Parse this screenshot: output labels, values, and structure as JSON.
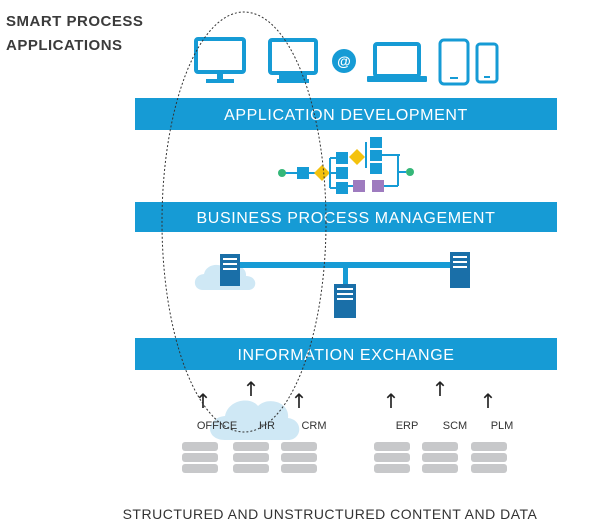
{
  "title": {
    "line1": "SMART PROCESS",
    "line2": "APPLICATIONS"
  },
  "devices": [
    "monitor-icon",
    "monitor-icon",
    "email-icon",
    "laptop-icon",
    "tablet-icon",
    "phone-icon"
  ],
  "email_symbol": "@",
  "bands": {
    "application_development": "APPLICATION DEVELOPMENT",
    "business_process_management": "BUSINESS PROCESS MANAGEMENT",
    "information_exchange": "INFORMATION EXCHANGE"
  },
  "arrow_glyph": "↑",
  "systems": {
    "office": "OFFICE",
    "hr": "HR",
    "crm": "CRM",
    "erp": "ERP",
    "scm": "SCM",
    "plm": "PLM"
  },
  "footer": "STRUCTURED AND UNSTRUCTURED CONTENT AND DATA",
  "colors": {
    "blue": "#169bd5",
    "dark_blue": "#1a6fa8",
    "green": "#35b779",
    "yellow": "#f4c20d",
    "purple": "#9e7bbf",
    "cloud": "#cfe8f5",
    "database": "#c7c8ca"
  }
}
